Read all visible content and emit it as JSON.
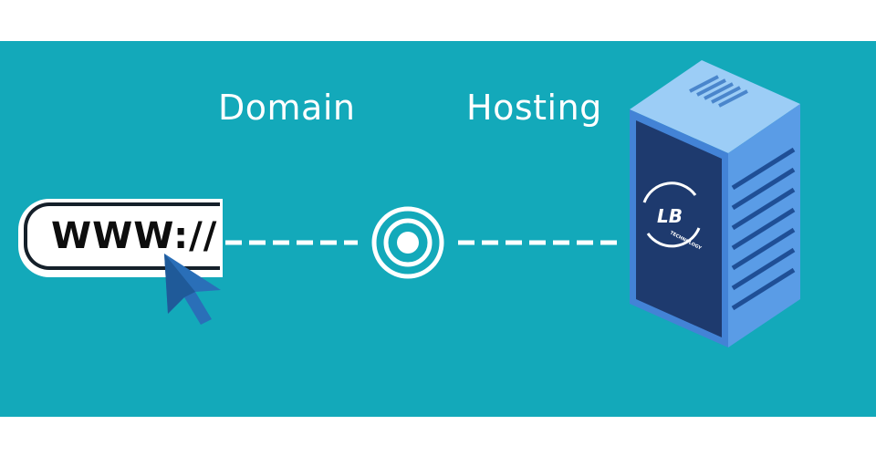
{
  "labels": {
    "domain": "Domain",
    "hosting": "Hosting"
  },
  "url_bar": {
    "text": "WWW://"
  },
  "server": {
    "logo_text": "LB",
    "logo_subtext": "TECHNOLOGY"
  },
  "colors": {
    "background_band": "#13a9ba",
    "text": "#ffffff",
    "server_front": "#1e3a6e",
    "server_side": "#4a8fe0",
    "server_top": "#8fc3f4",
    "cursor": "#2a6fb8"
  },
  "icons": {
    "cursor": "mouse-pointer-icon",
    "connector": "target-rings-icon",
    "server": "server-tower-icon"
  }
}
